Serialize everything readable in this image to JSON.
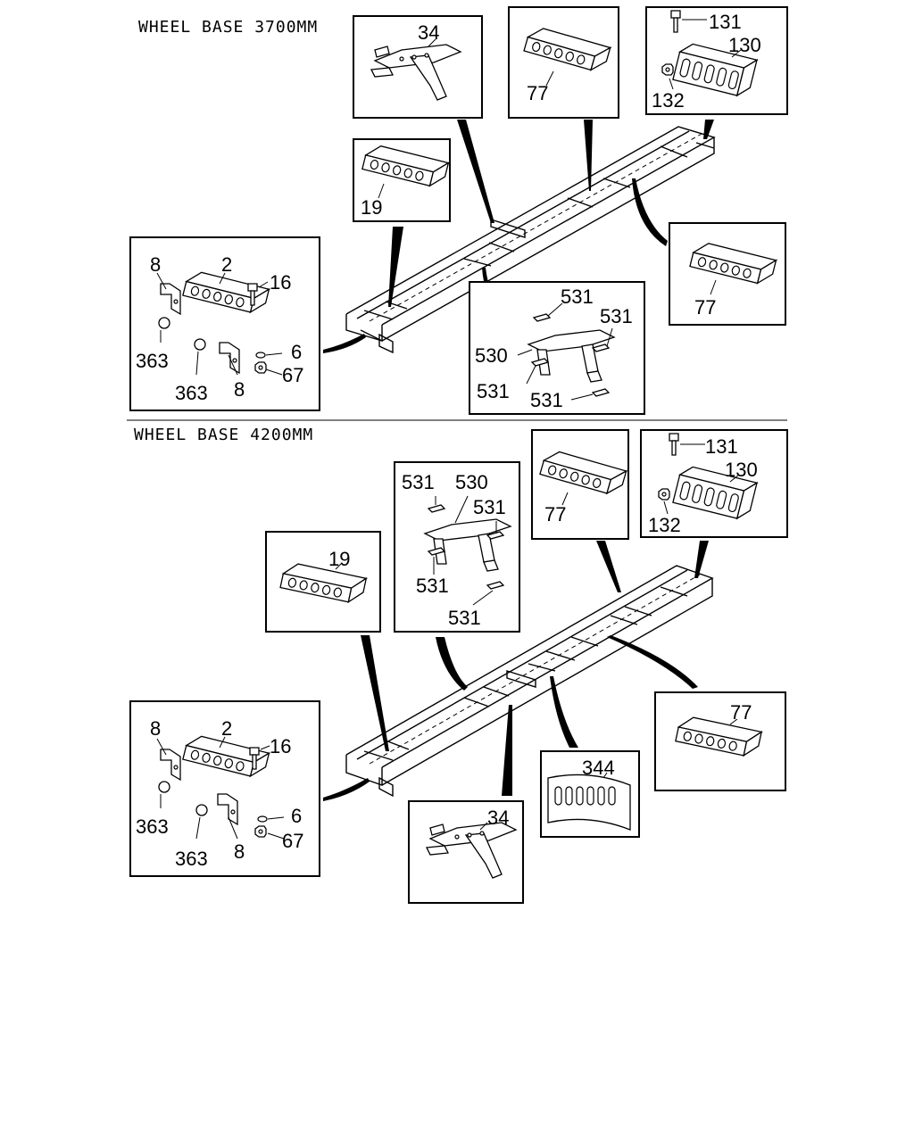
{
  "sections": [
    {
      "heading": "WHEEL BASE 3700MM",
      "callouts": {
        "box_34": "34",
        "box_77a": "77",
        "box_131": "131",
        "box_130": "130",
        "box_132": "132",
        "box_19": "19",
        "box_77b": "77",
        "box_8a": "8",
        "box_2": "2",
        "box_16": "16",
        "box_6": "6",
        "box_67": "67",
        "box_363a": "363",
        "box_363b": "363",
        "box_8b": "8",
        "box_531a": "531",
        "box_531b": "531",
        "box_530": "530",
        "box_531c": "531",
        "box_531d": "531"
      }
    },
    {
      "heading": "WHEEL BASE 4200MM",
      "callouts": {
        "box_77a": "77",
        "box_131": "131",
        "box_130": "130",
        "box_132": "132",
        "box_531a": "531",
        "box_530": "530",
        "box_531b": "531",
        "box_531c": "531",
        "box_531d": "531",
        "box_19": "19",
        "box_77b": "77",
        "box_8a": "8",
        "box_2": "2",
        "box_16": "16",
        "box_6": "6",
        "box_67": "67",
        "box_363a": "363",
        "box_363b": "363",
        "box_8b": "8",
        "box_344": "344",
        "box_34": "34"
      }
    }
  ]
}
